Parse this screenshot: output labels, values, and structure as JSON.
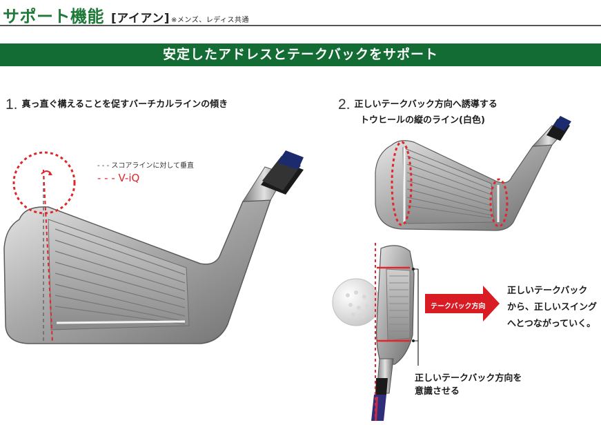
{
  "header": {
    "title": "サポート機能",
    "bracket": "[アイアン]",
    "note": "※メンズ、レディス共通"
  },
  "banner": {
    "text": "安定したアドレスとテークバックをサポート"
  },
  "section1": {
    "number": "1.",
    "text": "真っ直ぐ構えることを促すバーチカルラインの傾き",
    "legend_dashed": "- - - スコアラインに対して垂直",
    "legend_red": "- - - V-iQ"
  },
  "section2": {
    "number": "2.",
    "text_line1": "正しいテークバック方向へ誘導する",
    "text_line2": "トウヒールの縦のライン(白色)",
    "arrow_label": "テークバック方向",
    "result_lines": [
      "正しいテークバック",
      "から、正しいスイング",
      "へとつながっていく。"
    ],
    "conscious_lines": [
      "正しいテークバック方向を",
      "意識させる"
    ]
  },
  "colors": {
    "brand_green": "#1f7a3a",
    "banner_green": "#136c33",
    "accent_red": "#e0262a"
  }
}
